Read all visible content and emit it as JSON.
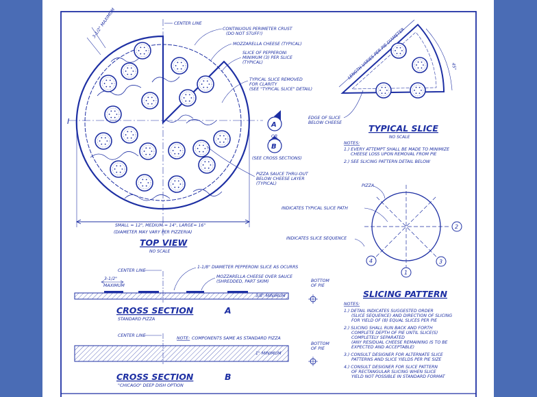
{
  "top_view": {
    "title": "TOP VIEW",
    "scale": "NO SCALE",
    "center_line": "CENTER LINE",
    "dim_crust": "3-1/2\" MAXIMUM",
    "perimeter_crust": [
      "CONTINUOUS PERIMETER CRUST",
      "(DO NOT STUFF!)"
    ],
    "mozzarella": "MOZZARELLA CHEESE (TYPICAL)",
    "pepperoni": [
      "SLICE OF PEPPERONI",
      "MINIMUM (3) PER SLICE",
      "(TYPICAL)"
    ],
    "slice_removed": [
      "TYPICAL SLICE REMOVED",
      "FOR CLARITY",
      "(SEE \"TYPICAL SLICE\" DETAIL)"
    ],
    "section_marker_a": "A",
    "section_or": "OR",
    "section_marker_b": "B",
    "see_cross": "(SEE CROSS SECTIONS)",
    "sauce": [
      "PIZZA SAUCE THRU-OUT",
      "BELOW CHEESE LAYER",
      "(TYPICAL)"
    ],
    "sizes": "SMALL = 12\", MEDIUM = 14\", LARGE= 16\"",
    "sizes_note": "(DIAMETER MAY VARY PER PIZZERIA)",
    "marker_l": "I"
  },
  "typical_slice": {
    "title": "TYPICAL SLICE",
    "scale": "NO SCALE",
    "length": "LENGTH VARIES PER PIE DIAMETER",
    "angle": "45°",
    "edge_note": [
      "EDGE OF SLICE",
      "BELOW CHEESE"
    ],
    "notes_heading": "NOTES:",
    "notes": [
      "1.) EVERY ATTEMPT SHALL BE MADE TO MINIMIZE",
      "CHEESE LOSS UPON REMOVAL FROM PIE",
      "2.) SEE SLICING PATTERN DETAIL BELOW"
    ]
  },
  "slicing_pattern": {
    "title": "SLICING PATTERN",
    "pizza_label": "PIZZA",
    "path_label": "INDICATES TYPICAL SLICE PATH",
    "sequence_label": "INDICATES SLICE SEQUENCE",
    "seq": [
      "1",
      "2",
      "3",
      "4"
    ],
    "notes_heading": "NOTES:",
    "notes": [
      "1.) DETAIL INDICATES SUGGESTED ORDER",
      "(SLICE SEQUENCE) AND DIRECTION OF SLICING",
      "FOR YIELD OF (8) EQUAL SLICES PER PIE",
      "2.) SLICING SHALL RUN BACK AND FORTH",
      "COMPLETE DEPTH OF PIE UNTIL SLICE(S)",
      "COMPLETELY SEPARATED",
      "(ANY RESIDUAL CHEESE REMAINING IS TO BE",
      "EXPECTED AND ACCEPTABLE)",
      "3.) CONSULT DESIGNER FOR ALTERNATE SLICE",
      "PATTERNS AND SLICE YIELDS PER PIE SIZE",
      "4.) CONSULT DESIGNER FOR SLICE PATTERN",
      "OF RECTANGULAR SLICING WHEN SLICE",
      "YIELD NOT POSSIBLE IN STANDARD FORMAT"
    ]
  },
  "section_a": {
    "title": "CROSS SECTION",
    "letter": "A",
    "subtitle": "STANDARD PIZZA",
    "center_line": "CENTER LINE",
    "dim_crust": "3-1/2\"",
    "dim_max": "MAXIMUM",
    "pepperoni": "1-1/8\" DIAMETER PEPPERONI SLICE AS OCURRS",
    "cheese": [
      "MOZZARELLA CHEESE OVER SAUCE",
      "(SHREDDED, PART SKIM)"
    ],
    "bottom": [
      "BOTTOM",
      "OF PIE"
    ],
    "min": "3/8\" MINIMUM"
  },
  "section_b": {
    "title": "CROSS SECTION",
    "letter": "B",
    "subtitle": "\"CHICAGO\" DEEP DISH OPTION",
    "center_line": "CENTER LINE",
    "note_label": "NOTE:",
    "note": "COMPONENTS SAME AS STANDARD PIZZA",
    "bottom": [
      "BOTTOM",
      "OF PIE"
    ],
    "min": "1\" MINIMUM"
  },
  "colors": {
    "page_background": "#4a6cb5",
    "ink": "#1d2fa3",
    "sheet": "#ffffff"
  }
}
